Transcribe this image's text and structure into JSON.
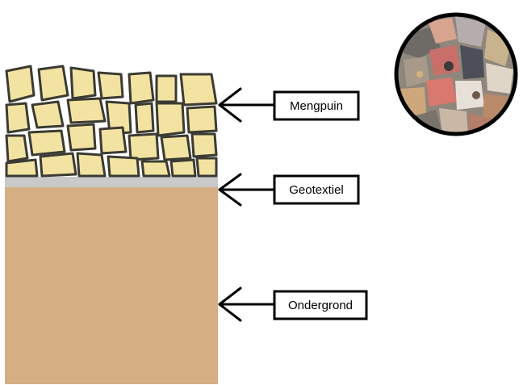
{
  "labels": {
    "top": "Mengpuin",
    "middle": "Geotextiel",
    "bottom": "Ondergrond"
  },
  "colors": {
    "stone_fill": "#f2e3a2",
    "stone_outline": "#3b3b33",
    "geotextile": "#c9c9c9",
    "subsoil": "#d5ae84",
    "outline": "#000000"
  }
}
